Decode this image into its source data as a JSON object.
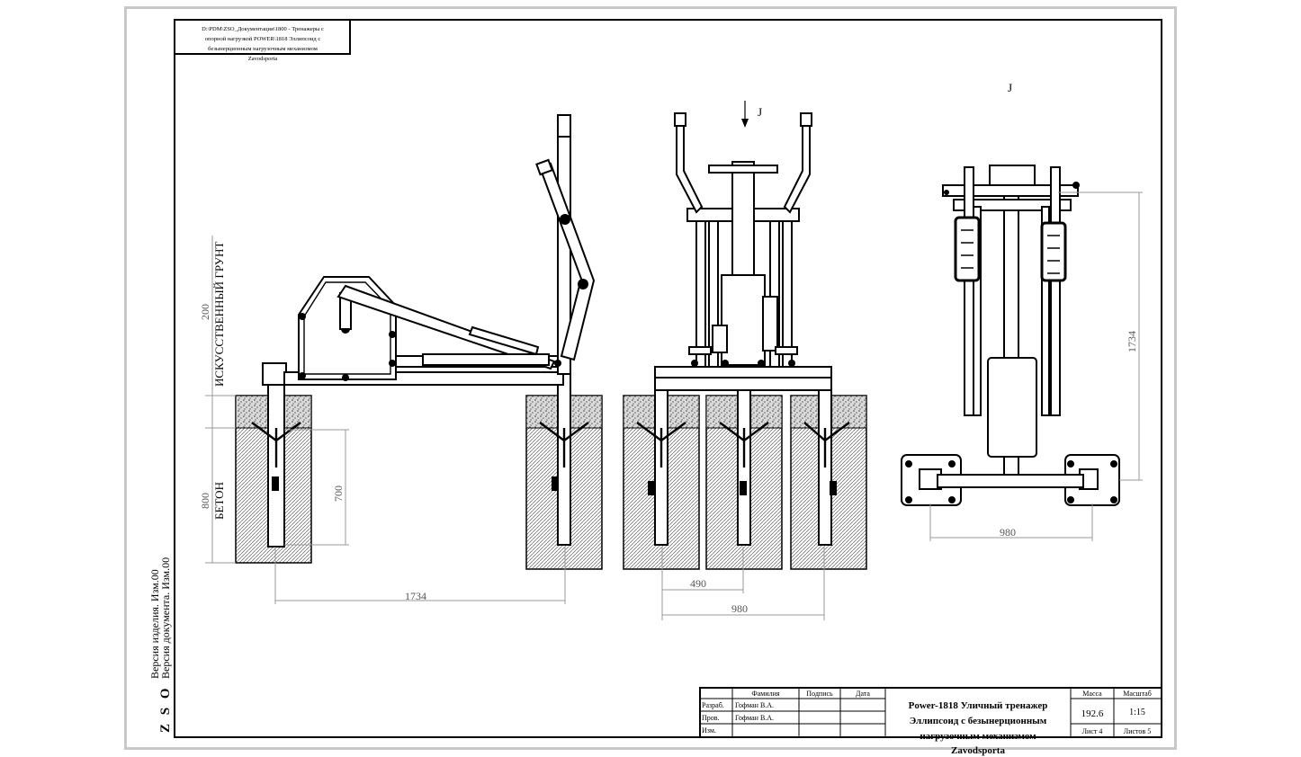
{
  "path_note": {
    "lines": [
      "D:\\PDM\\ZSO_Документация\\1800 - Тренажеры с",
      "опорной нагрузкой POWER\\1818 Эллипсоид с",
      "безынерционным нагрузочным механизмом",
      "Zavodsporta"
    ]
  },
  "side_labels": {
    "logo": "Z S O",
    "doc_version": "Версия документа. Изм.00",
    "item_version": "Версия изделия. Изм.00"
  },
  "view_label": "J",
  "layers": {
    "ground": "ИСКУССТВЕННЫЙ ГРУНТ",
    "concrete": "БЕТОН"
  },
  "dimensions": {
    "ground_depth": "200",
    "concrete_depth": "800",
    "post_depth": "700",
    "side_length": "1734",
    "front_inner": "490",
    "front_outer": "980",
    "top_length": "1734",
    "top_width": "980"
  },
  "title_block": {
    "headers": [
      "Фамилия",
      "Подпись",
      "Дата"
    ],
    "rows": [
      {
        "role": "Разраб.",
        "name": "Гофман В.А."
      },
      {
        "role": "Пров.",
        "name": "Гофман В.А."
      },
      {
        "role": "Изм.",
        "name": ""
      }
    ],
    "title_lines": [
      "Power-1818 Уличный тренажер",
      "Эллипсоид с безынерционным",
      "нагрузочным механизмом",
      "Zavodsporta"
    ],
    "mass_label": "Масса",
    "mass_value": "192.6",
    "scale_label": "Масштаб",
    "scale_value": "1:15",
    "sheet_label": "Лист 4",
    "sheets_label": "Листов 5"
  }
}
